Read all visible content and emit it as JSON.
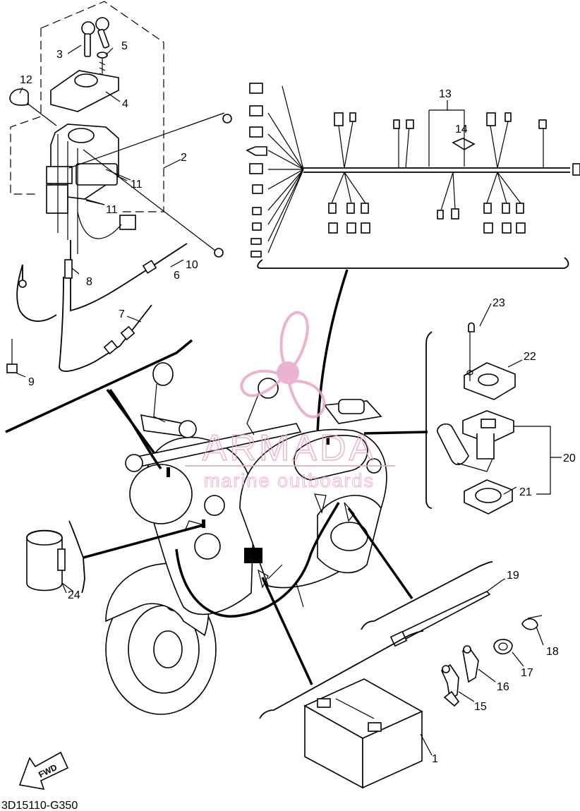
{
  "diagram": {
    "code": "3D15110-G350",
    "fwd_label": "FWD",
    "callouts": {
      "p1": "1",
      "p2": "2",
      "p3": "3",
      "p4": "4",
      "p5": "5",
      "p6": "6",
      "p7": "7",
      "p8": "8",
      "p9": "9",
      "p10": "10",
      "p11a": "11",
      "p11b": "11",
      "p12": "12",
      "p13": "13",
      "p14": "14",
      "p15": "15",
      "p16": "16",
      "p17": "17",
      "p18": "18",
      "p19": "19",
      "p20": "20",
      "p21": "21",
      "p22": "22",
      "p23": "23",
      "p24": "24"
    }
  },
  "watermark": {
    "brand": "ARMADA",
    "tagline": "marine outboards",
    "color": "#e8a6c8"
  }
}
